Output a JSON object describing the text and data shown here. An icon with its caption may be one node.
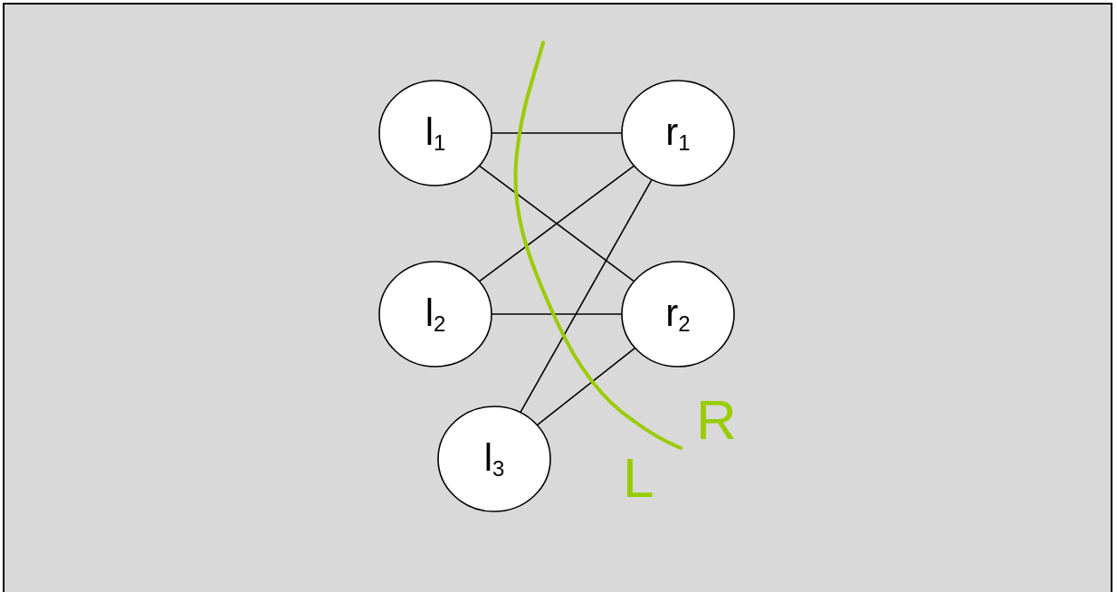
{
  "diagram": {
    "nodes": [
      {
        "text": [
          "l$_{1}$"
        ]
      },
      {
        "text": [
          "r$_{1}$"
        ]
      },
      {
        "text": [
          "l$_{2}$"
        ]
      },
      {
        "text": [
          "r$_{2}$"
        ]
      },
      {
        "text": [
          "l$_{3}$"
        ]
      }
    ],
    "edges": [
      {
        "from": 0,
        "to": 1,
        "arrow": "none"
      },
      {
        "from": 0,
        "to": 3,
        "arrow": "none"
      },
      {
        "from": 2,
        "to": 1,
        "arrow": "none"
      },
      {
        "from": 2,
        "to": 3,
        "arrow": "none"
      },
      {
        "from": 4,
        "to": 1,
        "arrow": "none"
      },
      {
        "from": 4,
        "to": 3,
        "arrow": "none"
      }
    ],
    "labels": [
      "R",
      "L"
    ]
  }
}
